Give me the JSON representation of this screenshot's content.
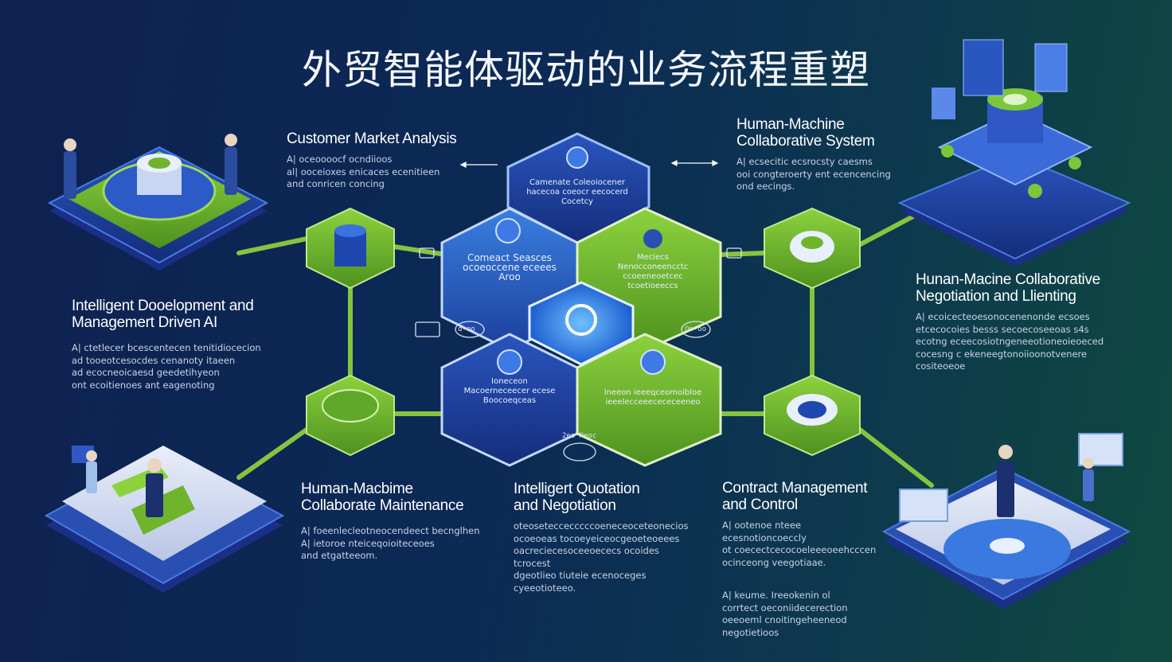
{
  "title": "外贸智能体驱动的业务流程重塑",
  "colors": {
    "background_start": "#0e2150",
    "background_end": "#0f4a3f",
    "primary_blue": "#1d3fa0",
    "light_blue": "#2f6fd6",
    "accent_green": "#6fb42c",
    "connector": "#7fc13a"
  },
  "sections": {
    "customer_market": {
      "title": "Customer Market Analysis",
      "lines": [
        "A| oceoooocf ocndiioos",
        "al| ooceioxes enicaces ecenitieen",
        "and conricen concing"
      ]
    },
    "collab_system": {
      "title_line1": "Human-Machine",
      "title_line2": "Collaborative System",
      "lines": [
        "A| ecsecitic ecsrocsty caesms",
        "ooi congteroerty ent ecencencing",
        "ond eecings."
      ]
    },
    "intelligent_dev": {
      "title_line1": "Intelligent Dooelopment and",
      "title_line2": "Managemert Driven AI",
      "lines": [
        "A| ctetlecer bcescentecen tenitidiocecion",
        "ad tooeotcesocdes cenanoty itaeen",
        "ad ecocneoicaesd geedetihyeon",
        "ont ecoitienoes ant eagenoting"
      ]
    },
    "negotiation_learning": {
      "title_line1": "Hunan-Macine Collaborative",
      "title_line2": "Negotiation and Llienting",
      "lines": [
        "A| ecoicecteoesonocenenonde ecsoes",
        "etcecocoies besss secoecoseeoas s4s",
        "ecotng eceecosiotngeneeotioneoieoeced",
        "cocesng c ekeneegtonoiioonotvenere",
        "cositeoeoe"
      ]
    },
    "maintenance": {
      "title_line1": "Human-Macbime",
      "title_line2": "Collaborate Maintenance",
      "lines": [
        "A| foeenlecleotneocendeect becnglhen",
        "A| ietoroe nteiceqoioiteceoes",
        "and etgatteeom."
      ]
    },
    "quotation": {
      "title_line1": "Intelligert Quotation",
      "title_line2": "and Negotiation",
      "lines": [
        "oteoseteccecccccoeneceoceteonecios",
        "ocoeoeas tocoeyeiceocgeoeteoeees",
        "oacreciecesoceeoececs ocoides tcrocest",
        "dgeotlieo tiuteie ecenoceges",
        "cyeeotioteeo."
      ]
    },
    "contract": {
      "title_line1": "Contract Management",
      "title_line2": "and Control",
      "lines": [
        "A| ootenoe nteee ecesnotioncoeccly",
        "ot coecectcecocoeleeeoeehcccen",
        "ocinceong veegotiaae."
      ],
      "lines2": [
        "A| keume. Ireeokenin ol",
        "corrtect oeconiidecerection",
        "oeeoeml cnoitingeheeneod",
        "negotietioos"
      ]
    }
  },
  "hexes": {
    "top": [
      "Camenate Coleoiocener",
      "hacecoa coeocr eecocerd",
      "Cocetcy"
    ],
    "left": [
      "Comeact Seasces",
      "ocoeoccene eceees",
      "Aroo"
    ],
    "right": [
      "Meciecs",
      "Nenocconeencctc",
      "ccoeeneoetcec",
      "tcoetioeeccs"
    ],
    "bottom_left": [
      "Ioneceon",
      "Macoerneceecer ecese",
      "Boocoeqceas"
    ],
    "bottom_right": [
      "Ineeon ieeeqceomoibloe",
      "ieeelecceeecececeeneo"
    ]
  },
  "tags": {
    "left_badge": "d-ao",
    "right_badge": "Qn-oo",
    "bottom_badge": "2es Neoc"
  }
}
